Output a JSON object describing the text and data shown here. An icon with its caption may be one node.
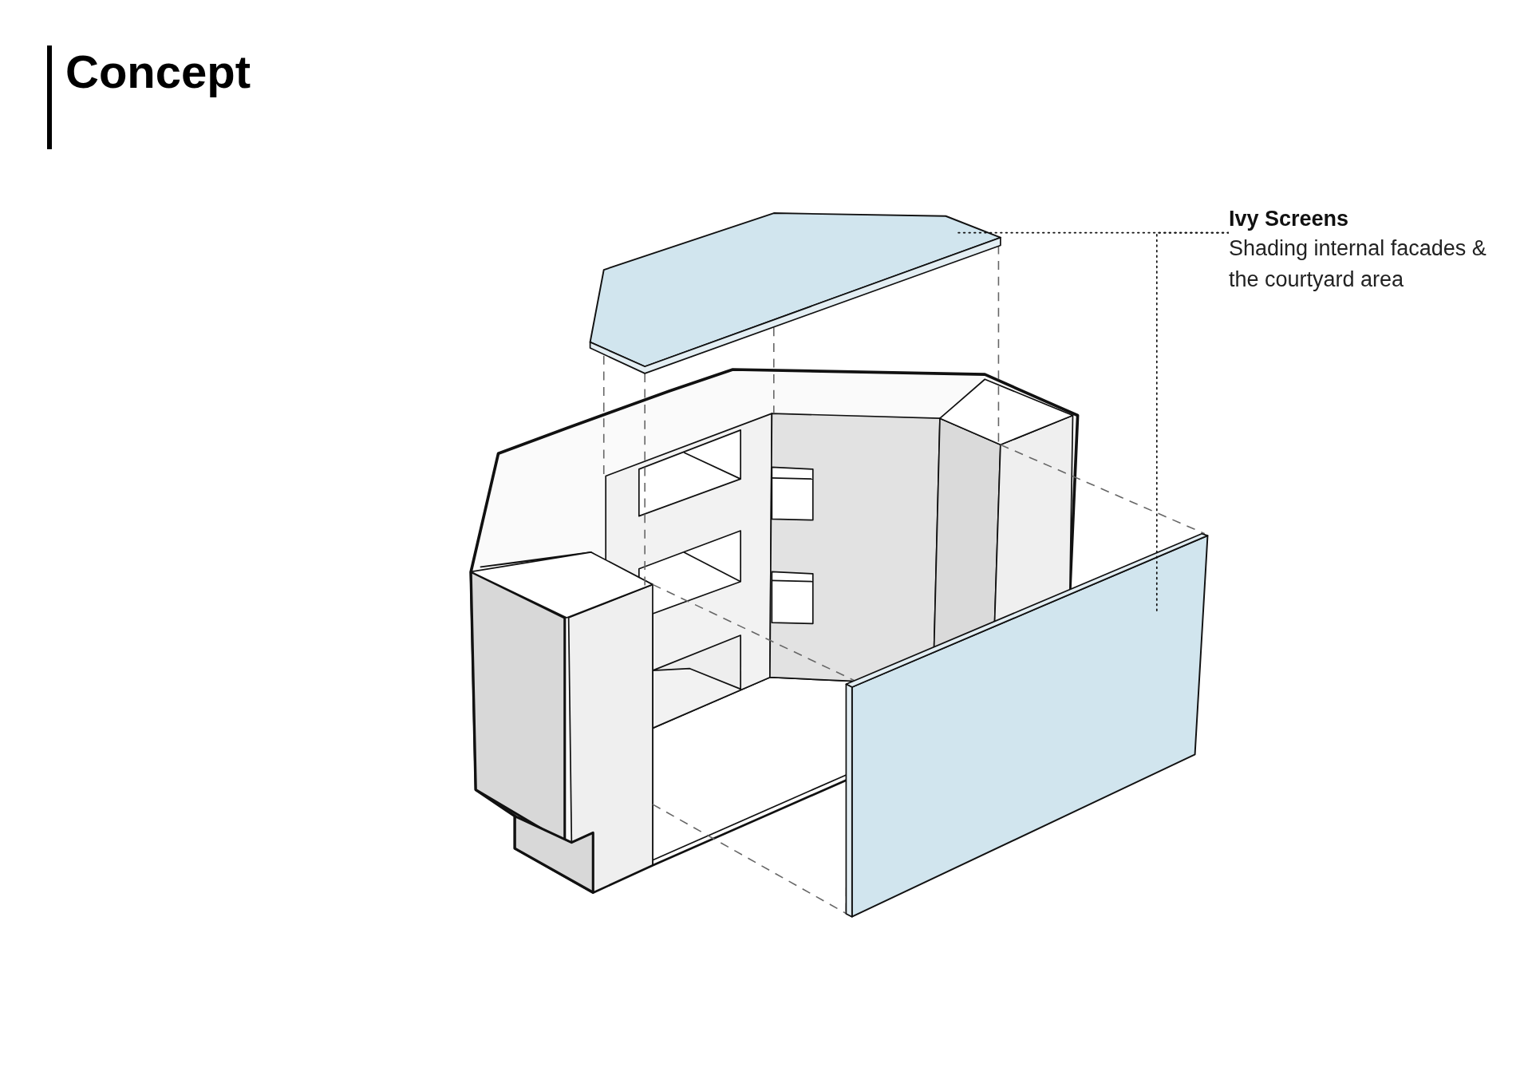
{
  "diagram": {
    "title": "Concept",
    "nodes": [
      {
        "text": [
          "Ivy Screens",
          "Shading internal facades & the courtyard area"
        ]
      },
      {
        "text": [],
        "shape": "box"
      },
      {
        "text": [],
        "shape": "box"
      }
    ],
    "edges": [
      {
        "from": 0,
        "to": 1,
        "arrow": "none",
        "style": "dashed"
      },
      {
        "from": 0,
        "to": 2,
        "arrow": "none",
        "style": "dashed"
      }
    ]
  }
}
